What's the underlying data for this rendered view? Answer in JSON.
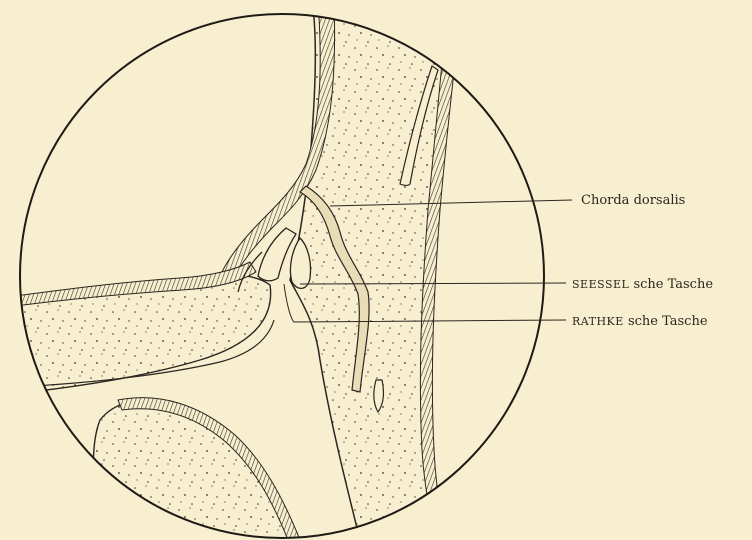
{
  "figure": {
    "labels": [
      {
        "id": "chorda",
        "text": "Chorda dorsalis"
      },
      {
        "id": "seessel",
        "name": "Seessel",
        "suffix": " sche Tasche"
      },
      {
        "id": "rathke",
        "name": "Rathke",
        "suffix": " sche Tasche"
      }
    ]
  }
}
